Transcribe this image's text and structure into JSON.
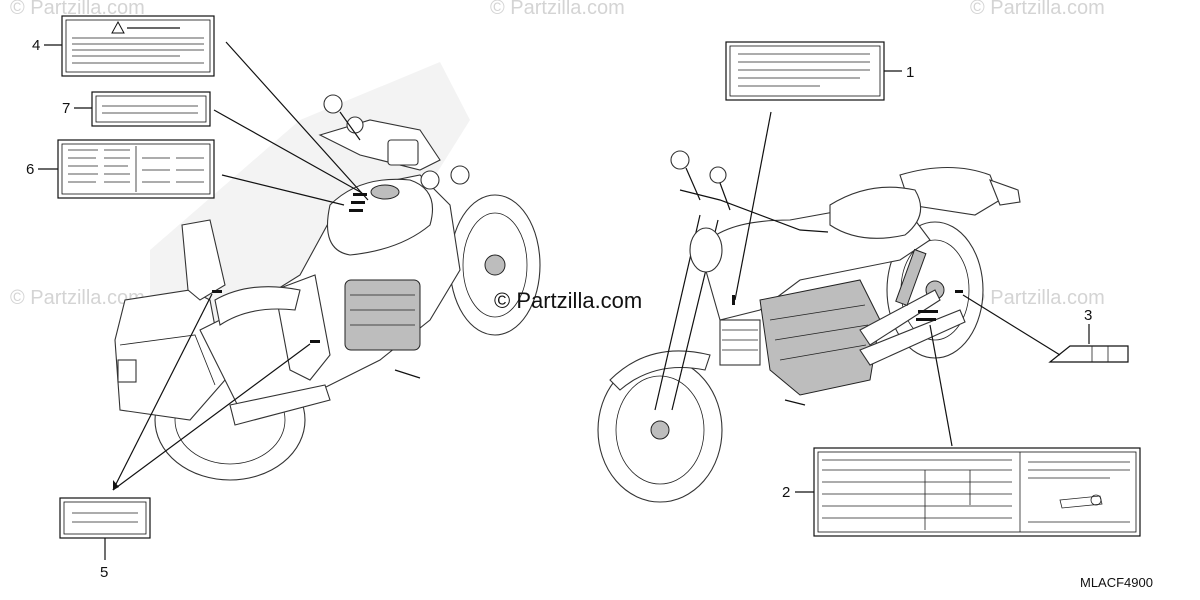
{
  "watermarks": [
    {
      "text": "© Partzilla.com"
    },
    {
      "text": "© Partzilla.com"
    },
    {
      "text": "© Partzilla.com"
    },
    {
      "text": "© Partzilla.com"
    },
    {
      "text": "© Partzilla.com"
    }
  ],
  "brand": "© Partzilla.com",
  "diagram_code": "MLACF4900",
  "callouts": {
    "c1": "1",
    "c2": "2",
    "c3": "3",
    "c4": "4",
    "c5": "5",
    "c6": "6",
    "c7": "7"
  },
  "icons": {
    "warning_icon": "warning-triangle-icon"
  }
}
